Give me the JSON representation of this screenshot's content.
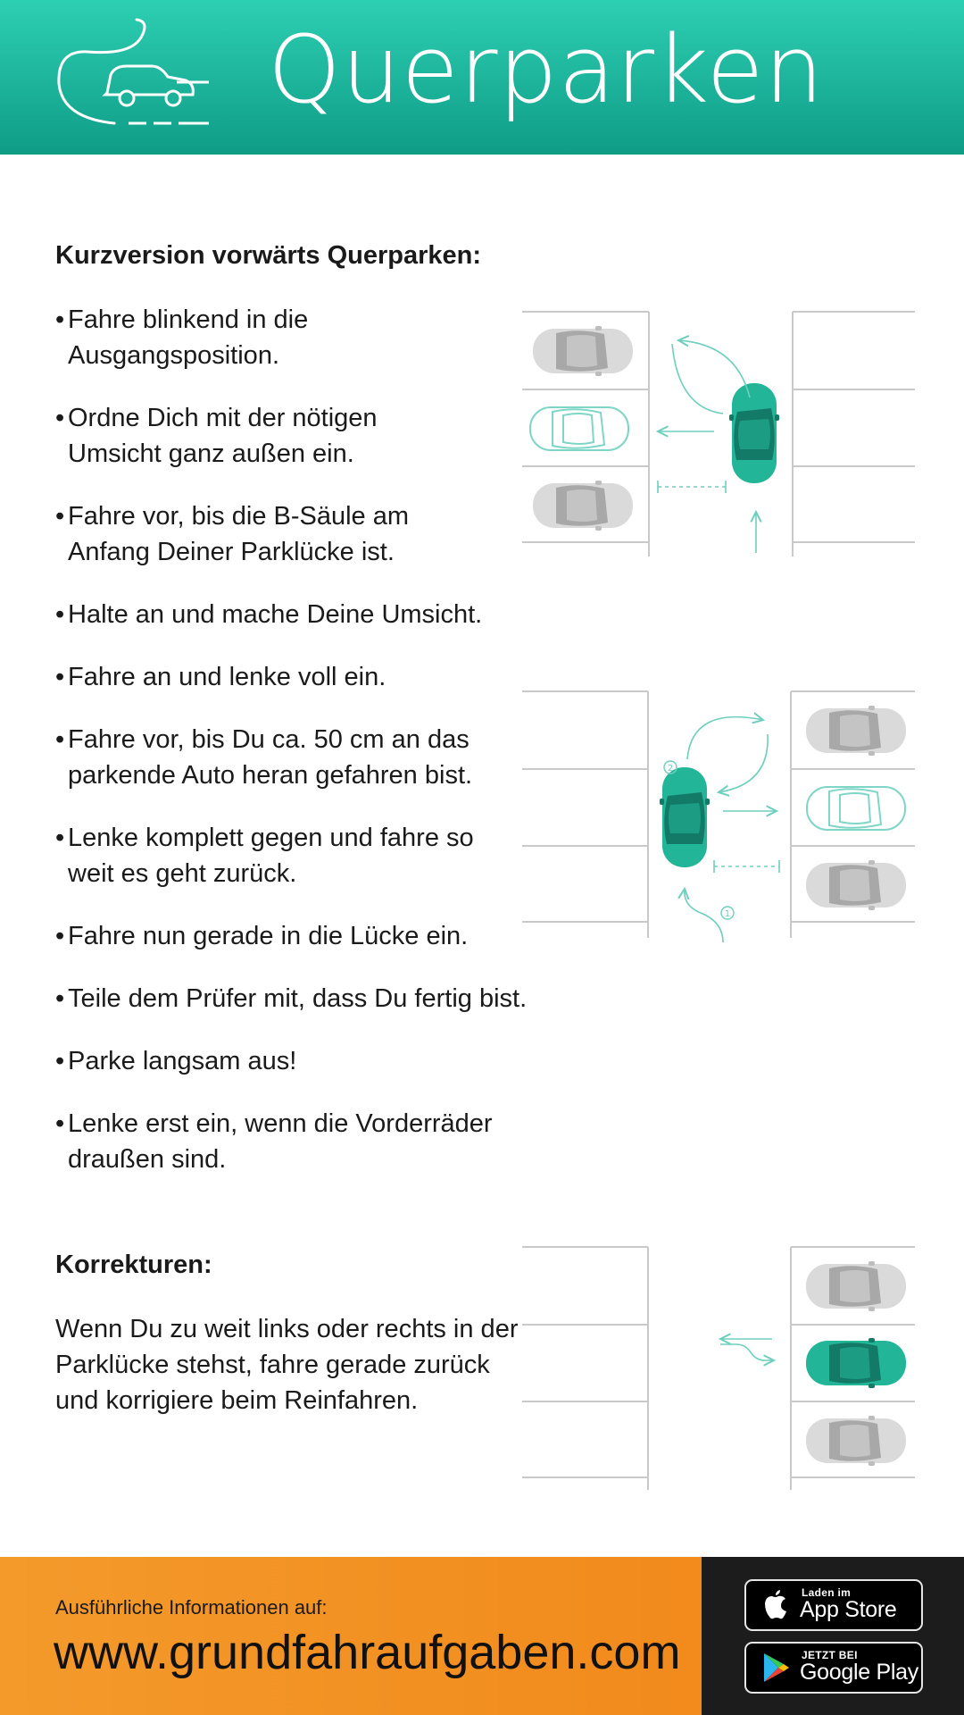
{
  "header": {
    "title": "Querparken",
    "logo_icon": "car-curve-logo-icon"
  },
  "short_version": {
    "heading": "Kurzversion vorwärts Querparken:",
    "steps": [
      "Fahre blinkend in die Ausgangsposition.",
      "Ordne Dich mit der nötigen Umsicht ganz außen ein.",
      "Fahre vor, bis die B-Säule am Anfang Deiner Parklücke ist.",
      "Halte an und mache Deine Umsicht.",
      "Fahre an und lenke voll ein.",
      "Fahre vor, bis Du ca. 50 cm an das parkende Auto heran gefahren bist.",
      "Lenke komplett gegen und fahre so weit es geht zurück.",
      "Fahre nun gerade in die Lücke ein.",
      "Teile dem Prüfer mit, dass Du fertig bist.",
      "Parke langsam aus!",
      "Lenke erst ein, wenn die Vorderräder draußen sind."
    ]
  },
  "corrections": {
    "heading": "Korrekturen:",
    "text": "Wenn Du zu weit links oder rechts in der Parklücke stehst, fahre gerade zurück und korrigiere beim Reinfahren."
  },
  "diagrams": {
    "step_labels": [
      "2",
      "1"
    ]
  },
  "footer": {
    "label": "Ausführliche Informationen auf:",
    "url": "www.grundfahraufgaben.com",
    "app_store": {
      "small": "Laden im",
      "big": "App Store",
      "icon": "apple-icon"
    },
    "google_play": {
      "small": "JETZT BEI",
      "big": "Google Play",
      "icon": "google-play-icon"
    }
  },
  "colors": {
    "header_teal": "#1fb89f",
    "footer_orange": "#f39a2b",
    "car_teal": "#1aa88f",
    "car_gray": "#d8d8d8",
    "line_gray": "#c9c9c9"
  }
}
